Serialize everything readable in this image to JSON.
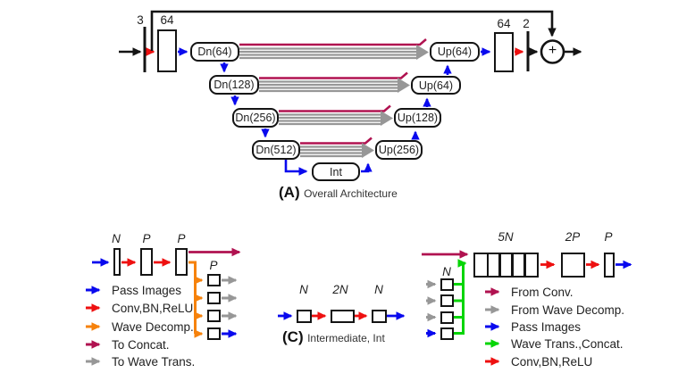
{
  "colors": {
    "blue": "#0909ee",
    "red": "#ee1010",
    "orange": "#f6820c",
    "crimson": "#b01250",
    "gray": "#979797",
    "green": "#06d506",
    "black": "#141414"
  },
  "diagram_a": {
    "caption_tag": "(A)",
    "caption": "Overall Architecture",
    "input_dim": "3",
    "input_width": "64",
    "dn64": "Dn(64)",
    "dn128": "Dn(128)",
    "dn256": "Dn(256)",
    "dn512": "Dn(512)",
    "int": "Int",
    "up64a": "Up(64)",
    "up64b": "Up(64)",
    "up128": "Up(128)",
    "up256": "Up(256)",
    "output_width": "64",
    "output_dim": "2",
    "sum": "+"
  },
  "diagram_b": {
    "n": "N",
    "p1": "P",
    "p2": "P",
    "p_out": "P",
    "legend": [
      {
        "color": "blue",
        "label": "Pass Images"
      },
      {
        "color": "red",
        "label": "Conv,BN,ReLU"
      },
      {
        "color": "orange",
        "label": "Wave Decomp."
      },
      {
        "color": "crimson",
        "label": "To Concat."
      },
      {
        "color": "gray",
        "label": "To Wave Trans."
      }
    ]
  },
  "diagram_c": {
    "caption_tag": "(C)",
    "caption": "Intermediate, Int",
    "n_in": "N",
    "mid": "2N",
    "n_out": "N"
  },
  "diagram_d": {
    "n": "N",
    "block": "5N",
    "conv": "2P",
    "out": "P",
    "legend": [
      {
        "color": "crimson",
        "label": "From Conv."
      },
      {
        "color": "gray",
        "label": "From Wave Decomp."
      },
      {
        "color": "blue",
        "label": "Pass Images"
      },
      {
        "color": "green",
        "label": "Wave Trans.,Concat."
      },
      {
        "color": "red",
        "label": "Conv,BN,ReLU"
      }
    ]
  }
}
